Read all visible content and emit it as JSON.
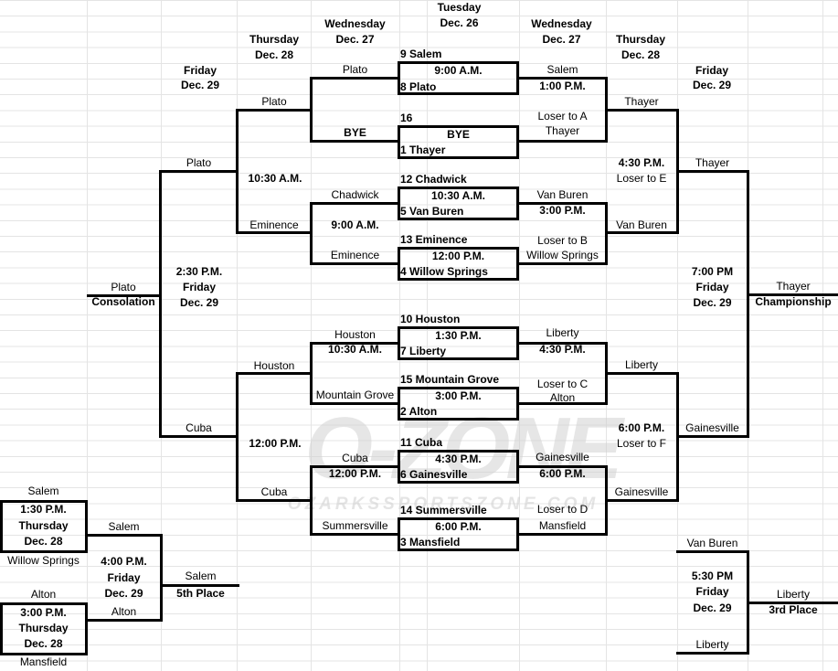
{
  "watermark": {
    "logo": "O-ZONE",
    "subtext": "OZARKSSPORTSZONE.COM"
  },
  "headers": {
    "tuesday": {
      "day": "Tuesday",
      "date": "Dec. 26"
    },
    "left_wednesday": {
      "day": "Wednesday",
      "date": "Dec. 27"
    },
    "left_thursday": {
      "day": "Thursday",
      "date": "Dec. 28"
    },
    "left_friday": {
      "day": "Friday",
      "date": "Dec. 29"
    },
    "right_wednesday": {
      "day": "Wednesday",
      "date": "Dec. 27"
    },
    "right_thursday": {
      "day": "Thursday",
      "date": "Dec. 28"
    },
    "right_friday": {
      "day": "Friday",
      "date": "Dec. 29"
    }
  },
  "first_round_games": [
    {
      "top_team": "9 Salem",
      "time": "9:00 A.M.",
      "bottom_team": "8 Plato"
    },
    {
      "top_team": "16",
      "time": "BYE",
      "bottom_team": "1 Thayer"
    },
    {
      "top_team": "12 Chadwick",
      "time": "10:30 A.M.",
      "bottom_team": "5 Van Buren"
    },
    {
      "top_team": "13 Eminence",
      "time": "12:00 P.M.",
      "bottom_team": "4 Willow Springs"
    },
    {
      "top_team": "10 Houston",
      "time": "1:30 P.M.",
      "bottom_team": "7 Liberty"
    },
    {
      "top_team": "15 Mountain Grove",
      "time": "3:00 P.M.",
      "bottom_team": "2 Alton"
    },
    {
      "top_team": "11 Cuba",
      "time": "4:30 P.M.",
      "bottom_team": "6 Gainesville"
    },
    {
      "top_team": "14 Summersville",
      "time": "6:00 P.M.",
      "bottom_team": "3 Mansfield"
    }
  ],
  "consolation": {
    "feeds": [
      "Plato",
      "BYE",
      "Chadwick",
      "Eminence",
      "Houston",
      "Mountain Grove",
      "Cuba",
      "Summersville"
    ],
    "round1_times": [
      "9:00 A.M.",
      "10:30 A.M.",
      "12:00 P.M."
    ],
    "round1_winners": [
      "Plato",
      "Eminence",
      "Houston",
      "Cuba"
    ],
    "semi_times": [
      "10:30 A.M.",
      "12:00 P.M."
    ],
    "semi_winners": [
      "Plato",
      "Cuba"
    ],
    "final": {
      "time": "2:30 P.M.",
      "day": "Friday",
      "date": "Dec. 29"
    },
    "champion": "Plato",
    "champion_label": "Consolation"
  },
  "winners_bracket": {
    "round2_games": [
      {
        "top": "Salem",
        "time": "1:00 P.M.",
        "loser_note": "Loser to A",
        "bottom": "Thayer",
        "winner": "Thayer"
      },
      {
        "top": "Van Buren",
        "time": "3:00 P.M.",
        "loser_note": "Loser to B",
        "bottom": "Willow Springs",
        "winner": "Van Buren"
      },
      {
        "top": "Liberty",
        "time": "4:30 P.M.",
        "loser_note": "Loser to C",
        "bottom": "Alton",
        "winner": "Liberty"
      },
      {
        "top": "Gainesville",
        "time": "6:00 P.M.",
        "loser_note": "Loser to D",
        "bottom": "Mansfield",
        "winner": "Gainesville"
      }
    ],
    "semifinal_games": [
      {
        "time": "4:30 P.M.",
        "loser_note": "Loser to E",
        "winner": "Thayer"
      },
      {
        "time": "6:00 P.M.",
        "loser_note": "Loser to F",
        "winner": "Gainesville"
      }
    ],
    "championship": {
      "time": "7:00 PM",
      "day": "Friday",
      "date": "Dec. 29",
      "winner": "Thayer",
      "label": "Championship"
    }
  },
  "fifth_place": {
    "games": [
      {
        "top": "Salem",
        "time": "1:30 P.M.",
        "day": "Thursday",
        "date": "Dec. 28",
        "bottom": "Willow Springs",
        "winner": "Salem"
      },
      {
        "top": "Alton",
        "time": "3:00 P.M.",
        "day": "Thursday",
        "date": "Dec. 28",
        "bottom": "Mansfield",
        "winner": "Alton"
      }
    ],
    "final": {
      "time": "4:00 P.M.",
      "day": "Friday",
      "date": "Dec. 29",
      "winner": "Salem",
      "label": "5th Place"
    }
  },
  "third_place": {
    "top": "Van Buren",
    "bottom": "Liberty",
    "final": {
      "time": "5:30 PM",
      "day": "Friday",
      "date": "Dec. 29",
      "winner": "Liberty",
      "label": "3rd Place"
    }
  }
}
